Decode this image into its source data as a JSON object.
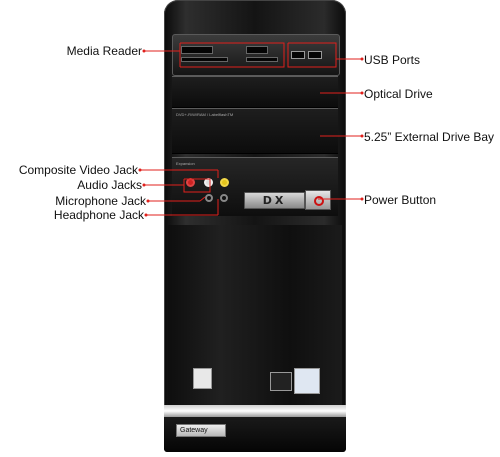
{
  "callouts": {
    "media_reader": "Media Reader",
    "usb_ports": "USB Ports",
    "optical_drive": "Optical Drive",
    "external_drive_bay": "5.25” External Drive Bay",
    "composite_video_jack": "Composite Video Jack",
    "audio_jacks": "Audio Jacks",
    "power_button": "Power Button",
    "microphone_jack": "Microphone Jack",
    "headphone_jack": "Headphone Jack"
  },
  "device": {
    "model_badge": "DX",
    "brand_badge": "Gateway",
    "optical_label": "DVD+-R/W/RAM / LabelflashTM",
    "expansion_label": "Expansion"
  },
  "colors": {
    "callout_line": "#e0201c",
    "case": "#141414",
    "accent_red": "#c22222"
  }
}
